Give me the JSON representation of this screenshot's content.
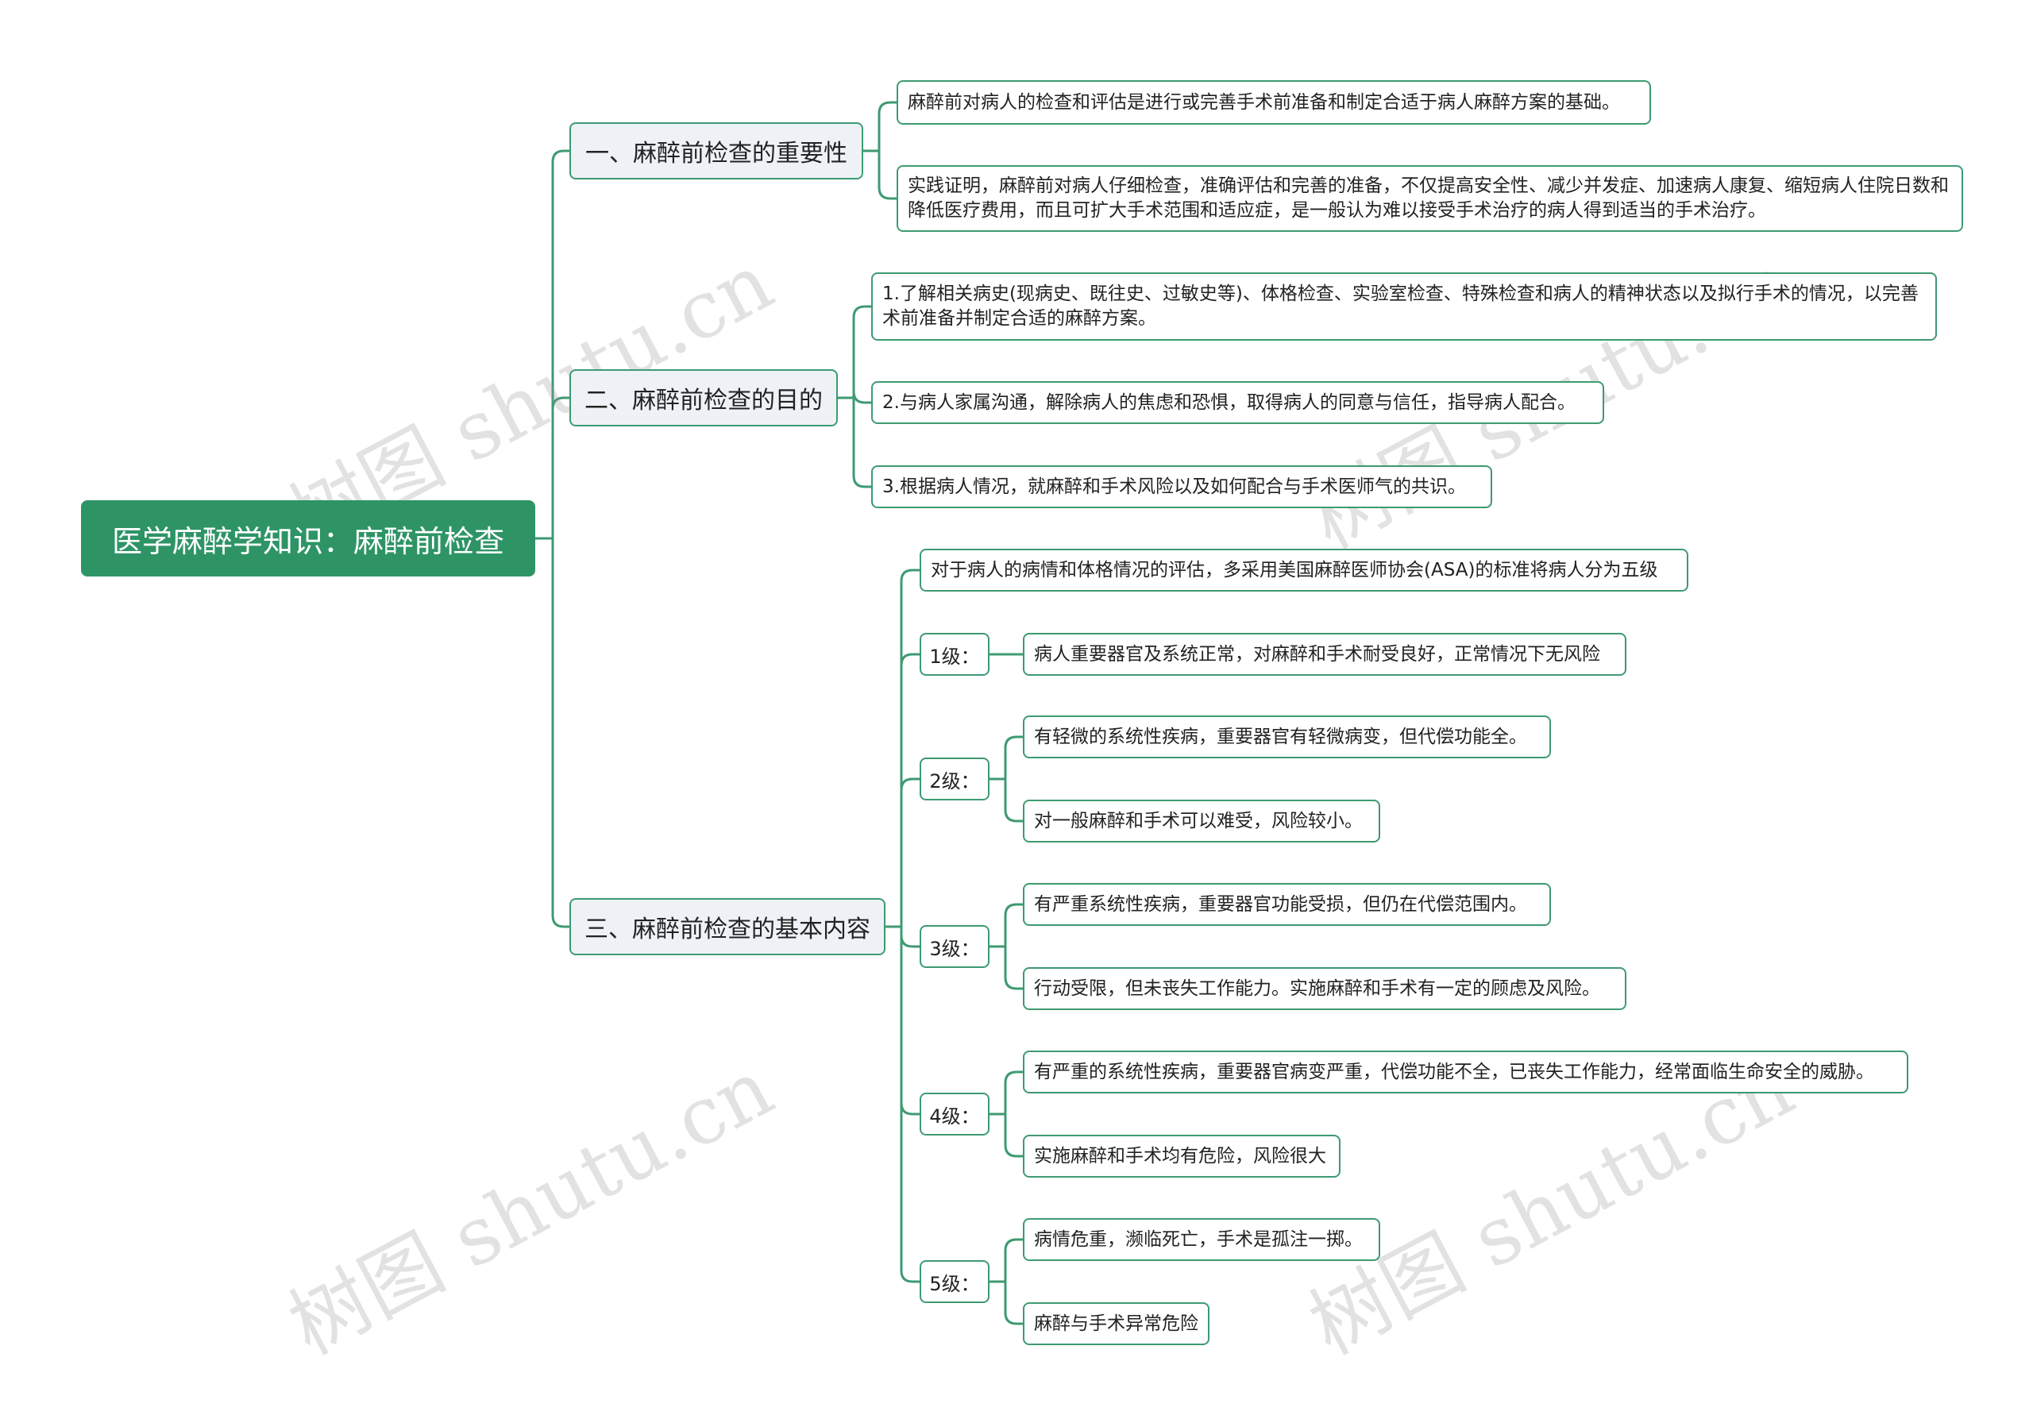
{
  "root": {
    "label": "医学麻醉学知识：麻醉前检查"
  },
  "branches": [
    {
      "label": "一、麻醉前检查的重要性",
      "items": [
        "麻醉前对病人的检查和评估是进行或完善手术前准备和制定合适于病人麻醉方案的基础。",
        "实践证明，麻醉前对病人仔细检查，准确评估和完善的准备，不仅提高安全性、减少并发症、加速病人康复、缩短病人住院日数和降低医疗费用，而且可扩大手术范围和适应症，是一般认为难以接受手术治疗的病人得到适当的手术治疗。"
      ]
    },
    {
      "label": "二、麻醉前检查的目的",
      "items": [
        "1.了解相关病史(现病史、既往史、过敏史等)、体格检查、实验室检查、特殊检查和病人的精神状态以及拟行手术的情况，以完善术前准备并制定合适的麻醉方案。",
        "2.与病人家属沟通，解除病人的焦虑和恐惧，取得病人的同意与信任，指导病人配合。",
        "3.根据病人情况，就麻醉和手术风险以及如何配合与手术医师气的共识。"
      ]
    },
    {
      "label": "三、麻醉前检查的基本内容",
      "intro": "对于病人的病情和体格情况的评估，多采用美国麻醉医师协会(ASA)的标准将病人分为五级",
      "levels": [
        {
          "label": "1级：",
          "items": [
            "病人重要器官及系统正常，对麻醉和手术耐受良好，正常情况下无风险"
          ]
        },
        {
          "label": "2级：",
          "items": [
            "有轻微的系统性疾病，重要器官有轻微病变，但代偿功能全。",
            "对一般麻醉和手术可以难受，风险较小。"
          ]
        },
        {
          "label": "3级：",
          "items": [
            "有严重系统性疾病，重要器官功能受损，但仍在代偿范围内。",
            "行动受限，但未丧失工作能力。实施麻醉和手术有一定的顾虑及风险。"
          ]
        },
        {
          "label": "4级：",
          "items": [
            "有严重的系统性疾病，重要器官病变严重，代偿功能不全，已丧失工作能力，经常面临生命安全的威胁。",
            "实施麻醉和手术均有危险，风险很大"
          ]
        },
        {
          "label": "5级：",
          "items": [
            "病情危重，濒临死亡，手术是孤注一掷。",
            "麻醉与手术异常危险"
          ]
        }
      ]
    }
  ],
  "watermark": "树图 shutu.cn",
  "colors": {
    "root": "#2e9466",
    "line": "#3e9a72",
    "branch_bg": "#eef2f7"
  }
}
